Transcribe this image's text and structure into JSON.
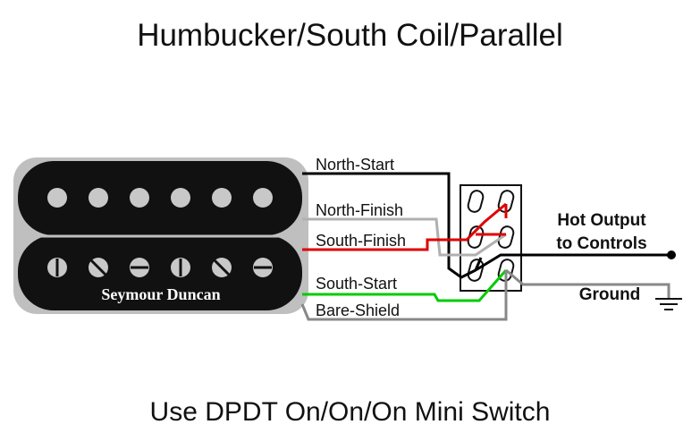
{
  "title": "Humbucker/South Coil/Parallel",
  "footer": "Use DPDT On/On/On Mini Switch",
  "pickup": {
    "brand": "Seymour Duncan"
  },
  "wires": {
    "north_start": "North-Start",
    "north_finish": "North-Finish",
    "south_finish": "South-Finish",
    "south_start": "South-Start",
    "bare_shield": "Bare-Shield"
  },
  "outputs": {
    "hot_line1": "Hot Output",
    "hot_line2": "to Controls",
    "ground": "Ground"
  },
  "colors": {
    "north_start": "#000000",
    "north_finish": "#b0b0b0",
    "south_finish": "#e00000",
    "south_start": "#00cc00",
    "bare_shield": "#888888"
  }
}
